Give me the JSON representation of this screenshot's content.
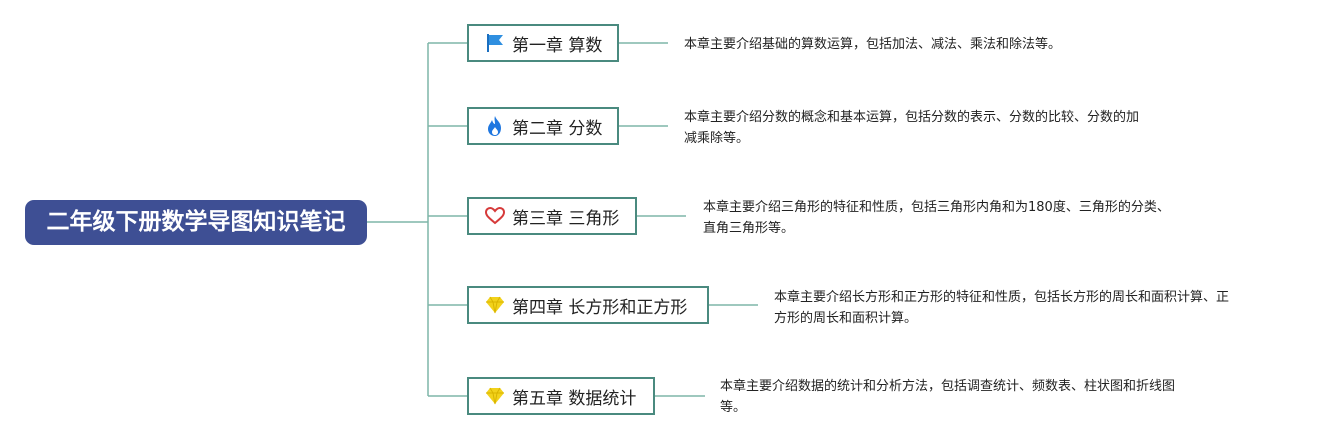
{
  "root": {
    "title": "二年级下册数学导图知识笔记"
  },
  "chapters": [
    {
      "title": "第一章 算数",
      "icon": "flag-icon",
      "icon_color": "#2f8fe0",
      "desc_lines": [
        "本章主要介绍基础的算数运算，包括加法、减法、乘法和除法等。"
      ]
    },
    {
      "title": "第二章 分数",
      "icon": "flame-icon",
      "icon_color": "#1f77e0",
      "desc_lines": [
        "本章主要介绍分数的概念和基本运算，包括分数的表示、分数的比较、分数的加",
        "减乘除等。"
      ]
    },
    {
      "title": "第三章 三角形",
      "icon": "heart-icon",
      "icon_color": "#d63a3a",
      "desc_lines": [
        "本章主要介绍三角形的特征和性质，包括三角形内角和为180度、三角形的分类、",
        "直角三角形等。"
      ]
    },
    {
      "title": "第四章 长方形和正方形",
      "icon": "diamond-icon",
      "icon_color": "#f2d21b",
      "desc_lines": [
        "本章主要介绍长方形和正方形的特征和性质，包括长方形的周长和面积计算、正",
        "方形的周长和面积计算。"
      ]
    },
    {
      "title": "第五章 数据统计",
      "icon": "diamond-icon",
      "icon_color": "#f2d21b",
      "desc_lines": [
        "本章主要介绍数据的统计和分析方法，包括调查统计、频数表、柱状图和折线图",
        "等。"
      ]
    }
  ],
  "colors": {
    "root_bg": "#3e4f94",
    "line": "#7fb5a8",
    "node_border": "#4a8a7f"
  }
}
